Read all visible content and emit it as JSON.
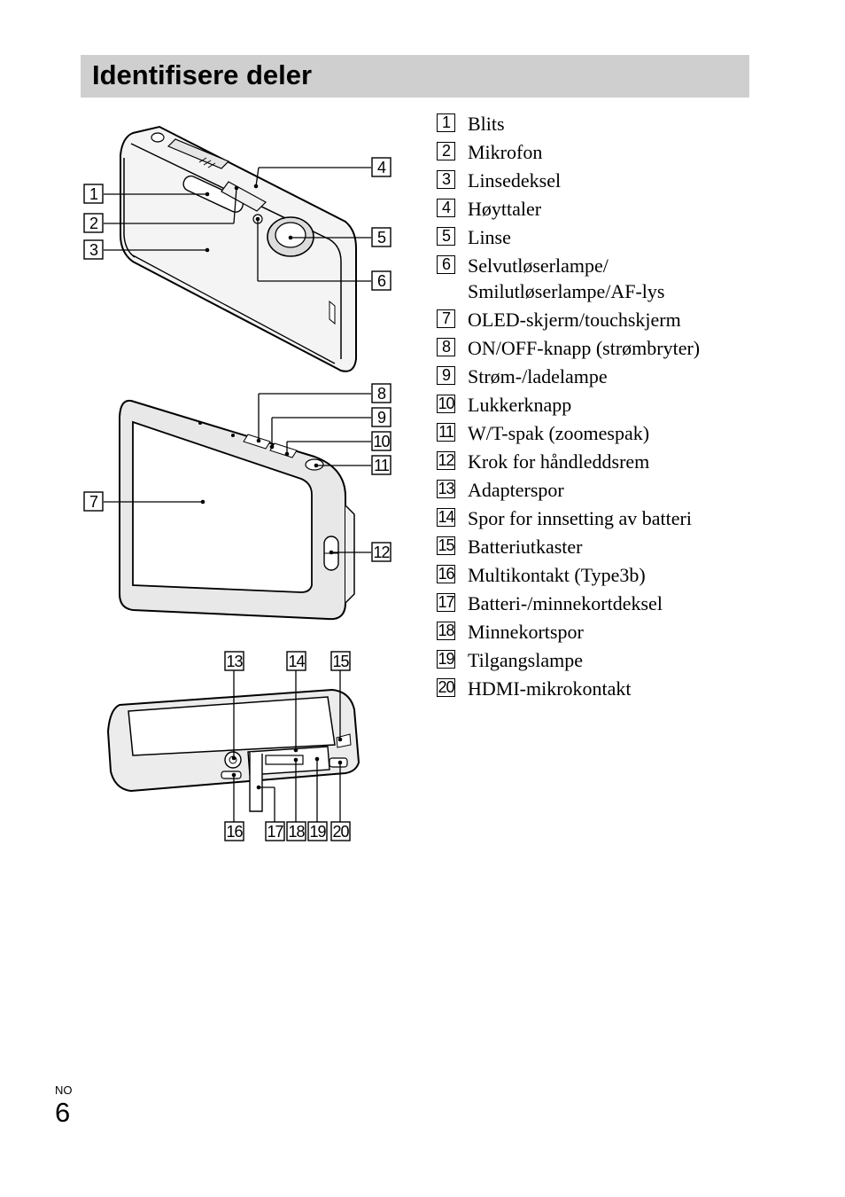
{
  "heading": "Identifisere deler",
  "parts": [
    {
      "num": "1",
      "label": "Blits"
    },
    {
      "num": "2",
      "label": "Mikrofon"
    },
    {
      "num": "3",
      "label": "Linsedeksel"
    },
    {
      "num": "4",
      "label": "Høyttaler"
    },
    {
      "num": "5",
      "label": "Linse"
    },
    {
      "num": "6",
      "label": "Selvutløserlampe/\nSmilutløserlampe/AF-lys"
    },
    {
      "num": "7",
      "label": "OLED-skjerm/touchskjerm"
    },
    {
      "num": "8",
      "label": "ON/OFF-knapp (strømbryter)"
    },
    {
      "num": "9",
      "label": "Strøm-/ladelampe"
    },
    {
      "num": "10",
      "label": "Lukkerknapp"
    },
    {
      "num": "11",
      "label": "W/T-spak (zoomespak)"
    },
    {
      "num": "12",
      "label": "Krok for håndleddsrem"
    },
    {
      "num": "13",
      "label": "Adapterspor"
    },
    {
      "num": "14",
      "label": "Spor for innsetting av batteri"
    },
    {
      "num": "15",
      "label": "Batteriutkaster"
    },
    {
      "num": "16",
      "label": "Multikontakt (Type3b)"
    },
    {
      "num": "17",
      "label": "Batteri-/minnekortdeksel"
    },
    {
      "num": "18",
      "label": "Minnekortspor"
    },
    {
      "num": "19",
      "label": "Tilgangslampe"
    },
    {
      "num": "20",
      "label": "HDMI-mikrokontakt"
    }
  ],
  "footer": {
    "language": "NO",
    "page": "6"
  }
}
